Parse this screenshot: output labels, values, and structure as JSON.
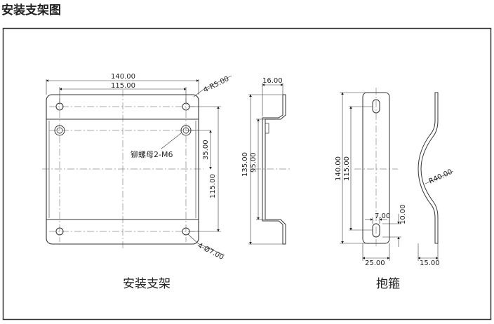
{
  "header": {
    "title": "安装支架图"
  },
  "bracket": {
    "caption": "安装支架",
    "dim_overall_width": "140.00",
    "dim_hole_spacing_x": "115.00",
    "dim_corner_radius": "4-R5.00",
    "dim_rivet_offset": "35.00",
    "dim_hole_spacing_y": "115.00",
    "dim_holes": "4-Ø7.00",
    "rivet_nut_label": "铆螺母2-M6"
  },
  "side_view": {
    "dim_flange": "16.00",
    "dim_height_outer": "135.00",
    "dim_height_inner": "95.00"
  },
  "clamp": {
    "caption": "抱箍",
    "dim_length_outer": "140.00",
    "dim_length_inner": "115.00",
    "dim_slot_width": "7.00",
    "dim_slot_length": "10.00",
    "dim_width": "25.00",
    "dim_radius": "R40.00",
    "dim_depth": "15.00"
  }
}
